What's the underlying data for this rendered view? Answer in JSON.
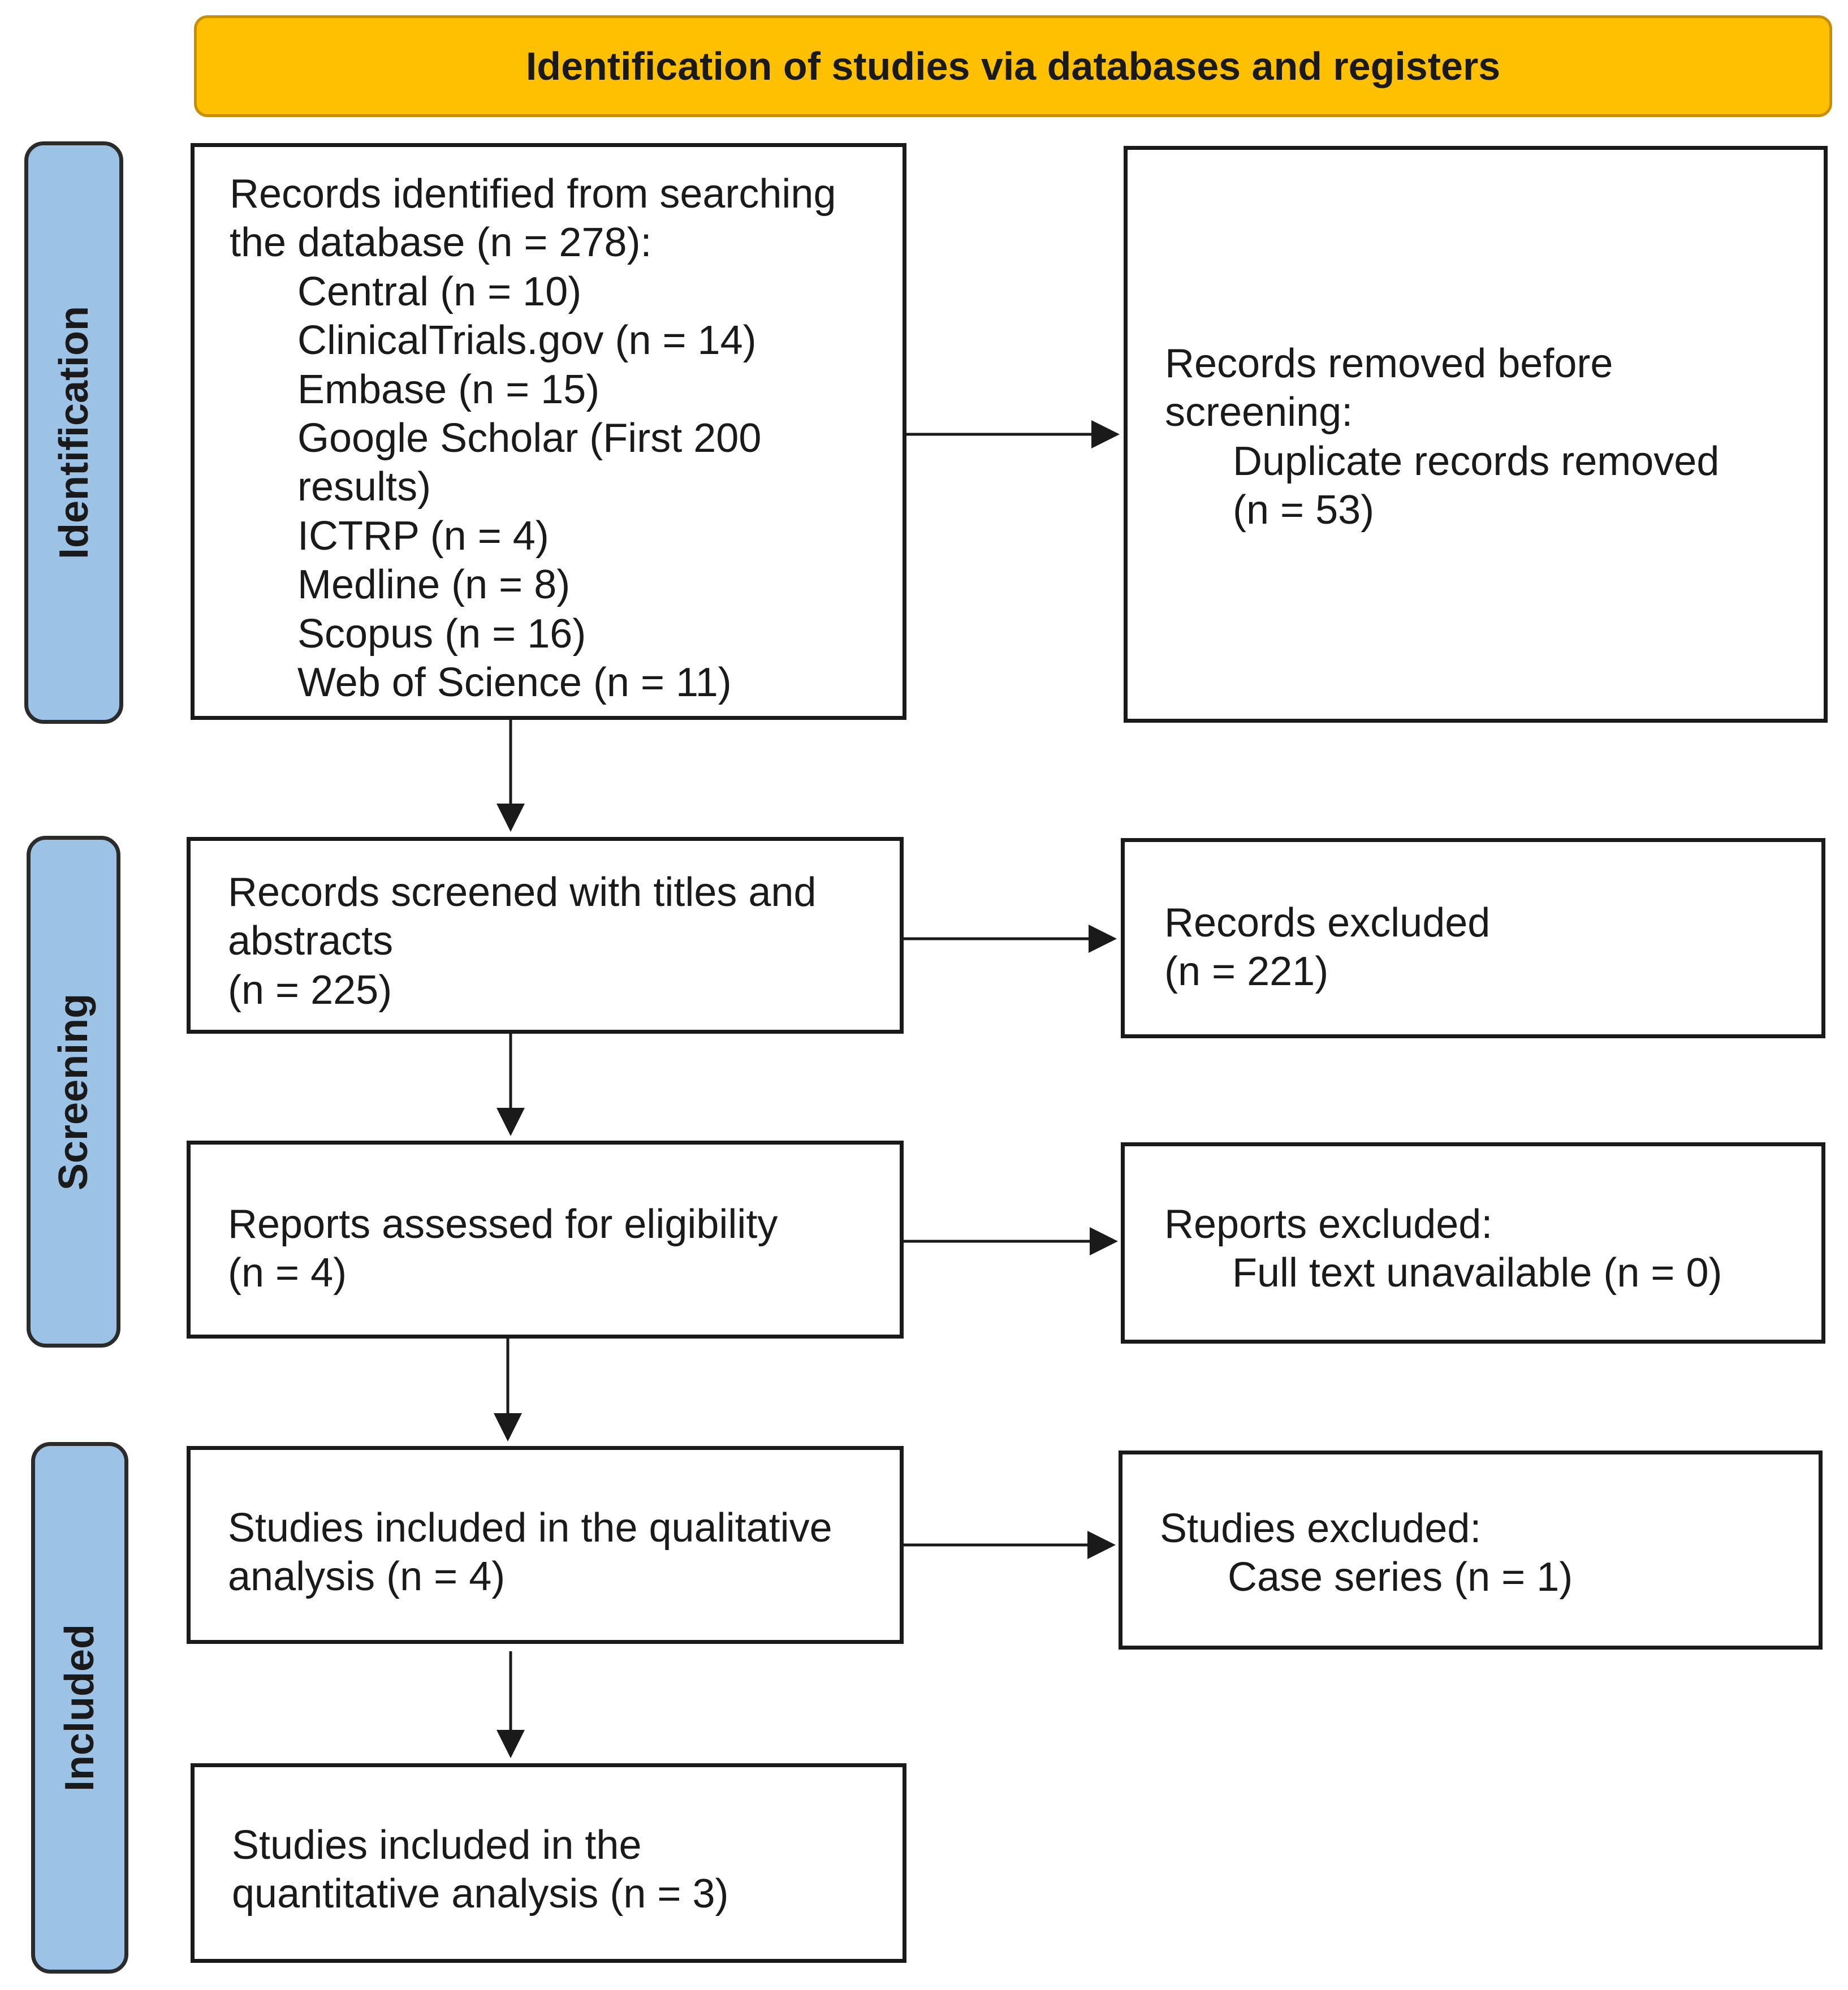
{
  "header": {
    "title": "Identification of studies via databases and registers"
  },
  "phases": {
    "identification": "Identification",
    "screening": "Screening",
    "included": "Included"
  },
  "boxes": {
    "records_identified": {
      "line1": "Records identified from searching",
      "line2": "the database (n = 278):",
      "sources": [
        "Central (n = 10)",
        "ClinicalTrials.gov (n = 14)",
        "Embase (n = 15)",
        "Google Scholar (First 200",
        "results)",
        "ICTRP (n = 4)",
        "Medline (n = 8)",
        "Scopus (n = 16)",
        "Web of Science (n = 11)"
      ]
    },
    "records_removed": {
      "line1": "Records removed before",
      "line2": "screening:",
      "line3": "Duplicate records removed",
      "line4": "(n = 53)"
    },
    "records_screened": {
      "line1": "Records screened with titles and",
      "line2": "abstracts",
      "line3": "(n = 225)"
    },
    "records_excluded": {
      "line1": "Records excluded",
      "line2": "(n = 221)"
    },
    "reports_assessed": {
      "line1": "Reports assessed for eligibility",
      "line2": "(n = 4)"
    },
    "reports_excluded": {
      "line1": "Reports excluded:",
      "line2": "Full text unavailable (n = 0)"
    },
    "qualitative": {
      "line1": "Studies included in the qualitative",
      "line2": "analysis (n = 4)"
    },
    "studies_excluded": {
      "line1": "Studies excluded:",
      "line2": "Case series (n = 1)"
    },
    "quantitative": {
      "line1": "Studies included in the",
      "line2": "quantitative analysis (n = 3)"
    }
  }
}
